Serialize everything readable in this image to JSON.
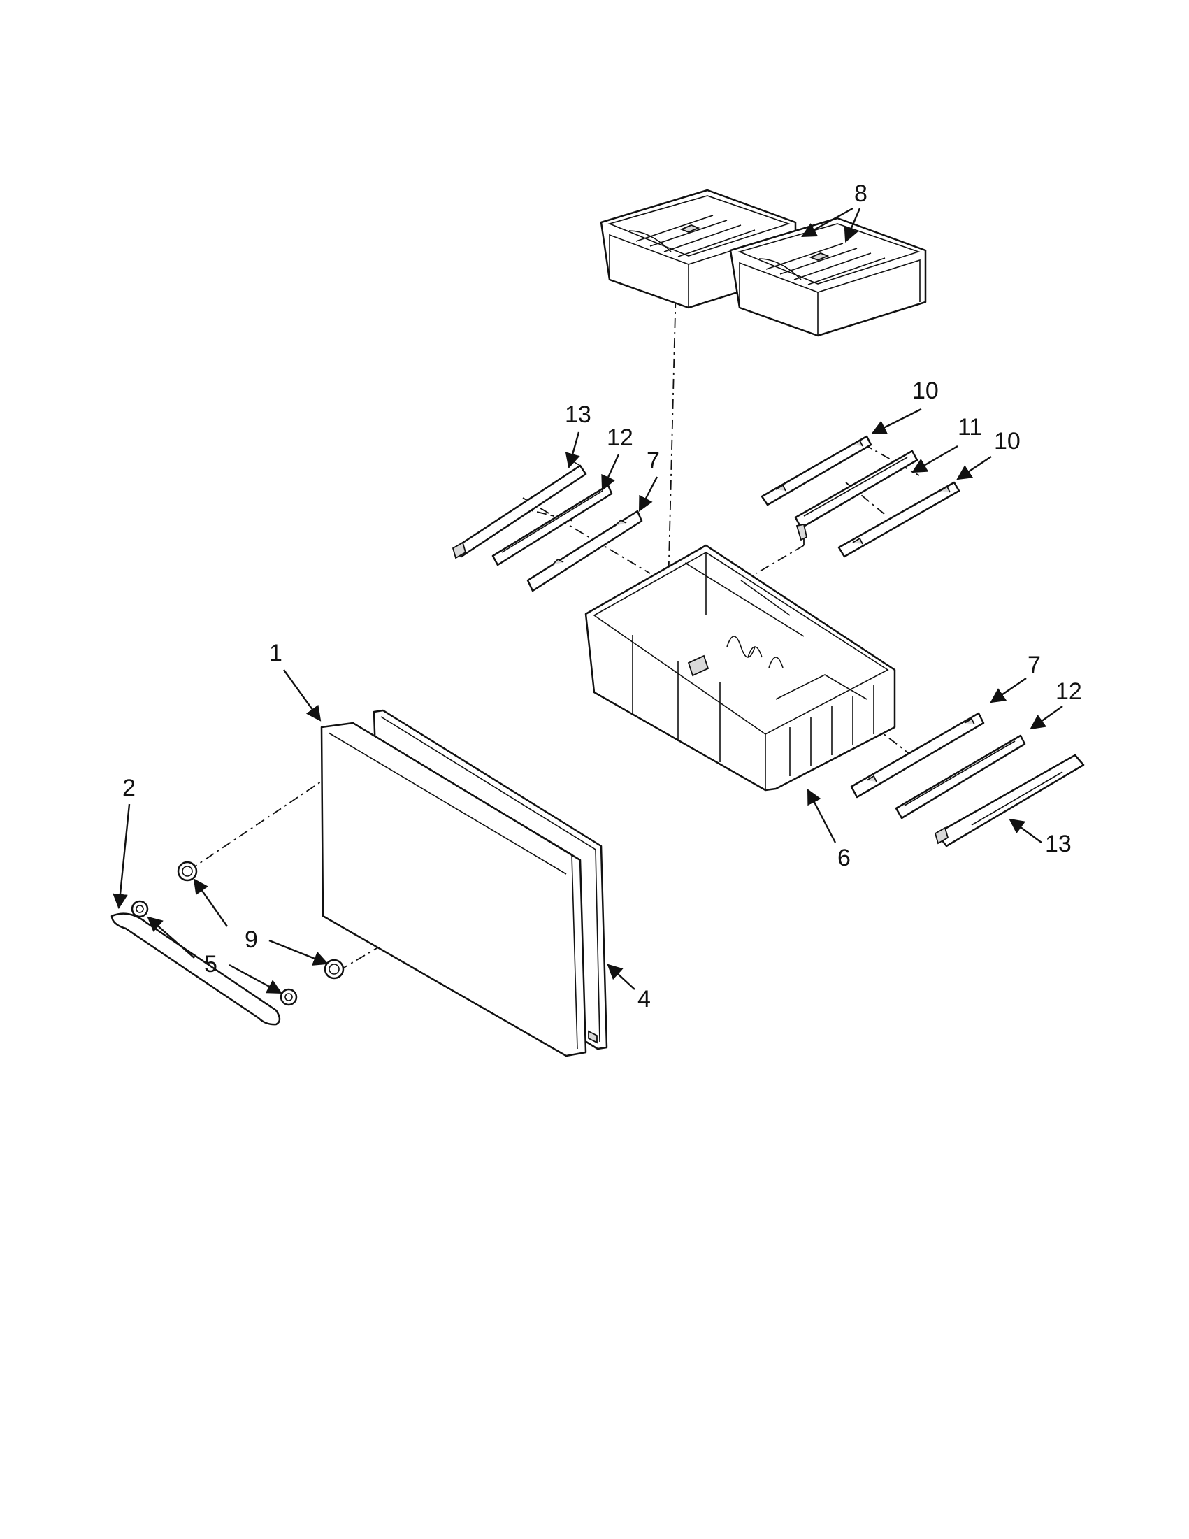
{
  "diagram": {
    "callouts": {
      "c1": "1",
      "c2": "2",
      "c4": "4",
      "c5": "5",
      "c6": "6",
      "c7_left": "7",
      "c7_right": "7",
      "c8": "8",
      "c9": "9",
      "c10_top": "10",
      "c10_right": "10",
      "c11": "11",
      "c12_left": "12",
      "c12_right": "12",
      "c13_left": "13",
      "c13_right": "13"
    }
  }
}
